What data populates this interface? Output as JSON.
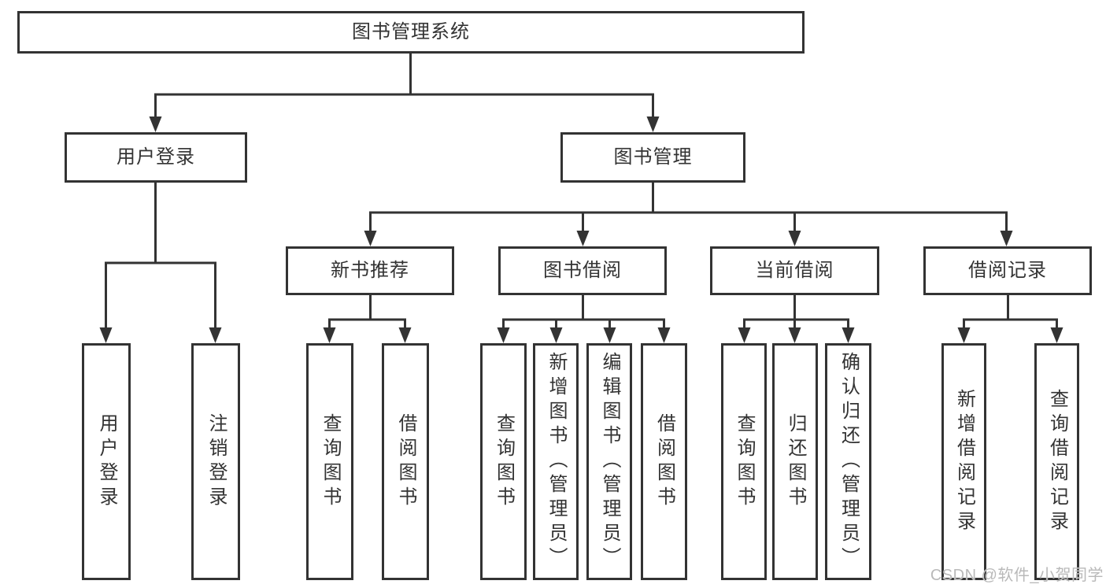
{
  "tree": {
    "root": {
      "label": "图书管理系统"
    },
    "user_login": {
      "label": "用户登录",
      "children": {
        "login": {
          "label": "用户登录"
        },
        "logout": {
          "label": "注销登录"
        }
      }
    },
    "book_management": {
      "label": "图书管理",
      "children": {
        "new_book_recommend": {
          "label": "新书推荐",
          "children": {
            "query_books": {
              "label": "查询图书"
            },
            "borrow_books": {
              "label": "借阅图书"
            }
          }
        },
        "book_borrow": {
          "label": "图书借阅",
          "children": {
            "query_books": {
              "label": "查询图书"
            },
            "add_books_admin": {
              "label": "新增图书（管理员）"
            },
            "edit_books_admin": {
              "label": "编辑图书（管理员）"
            },
            "borrow_books": {
              "label": "借阅图书"
            }
          }
        },
        "current_borrow": {
          "label": "当前借阅",
          "children": {
            "query_books": {
              "label": "查询图书"
            },
            "return_books": {
              "label": "归还图书"
            },
            "confirm_return_admin": {
              "label": "确认归还（管理员）"
            }
          }
        },
        "borrow_records": {
          "label": "借阅记录",
          "children": {
            "add_borrow_record": {
              "label": "新增借阅记录"
            },
            "query_borrow_record": {
              "label": "查询借阅记录"
            }
          }
        }
      }
    }
  },
  "watermark": {
    "text": "CSDN @软件_小贺同学"
  },
  "colors": {
    "line": "#333333",
    "box_border": "#333333",
    "text": "#333333",
    "watermark": "#b9b9b9",
    "background": "#ffffff"
  }
}
